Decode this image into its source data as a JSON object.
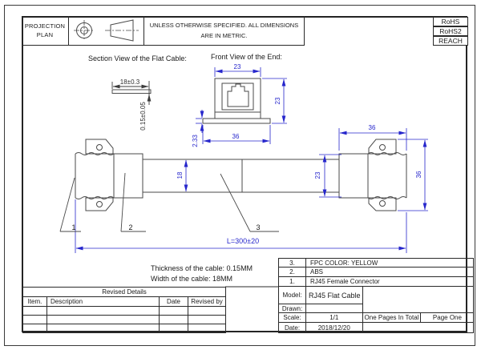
{
  "header": {
    "projection_label_line1": "PROJECTION",
    "projection_label_line2": "PLAN",
    "spec_note_line1": "UNLESS OTHERWISE SPECIFIED. ALL DIMENSIONS",
    "spec_note_line2": "ARE IN METRIC.",
    "badges": [
      "RoHS",
      "RoHS2",
      "REACH"
    ]
  },
  "views": {
    "section_view_title": "Section View of the Flat Cable:",
    "front_view_title": "Front View of the End:"
  },
  "dimensions": {
    "cable_section_width": "18±0.3",
    "cable_section_thickness": "0.15±0.05",
    "front_connector_width": "23",
    "front_connector_height": "23",
    "front_base_width": "36",
    "front_base_height": "2.33",
    "cable_width": "18",
    "connector_body_height": "23",
    "connector_body_width": "36",
    "connector_overall_height": "36",
    "overall_length": "L=300±20"
  },
  "callouts": {
    "c1": "1",
    "c2": "2",
    "c3": "3"
  },
  "notes": {
    "thickness": "Thickness of the cable: 0.15MM",
    "width": "Width of the cable: 18MM"
  },
  "revision_table": {
    "title": "Revised Details",
    "columns": [
      "Item.",
      "Description",
      "Date",
      "Revised by"
    ]
  },
  "title_block": {
    "parts": [
      {
        "no": "3.",
        "desc": "FPC COLOR: YELLOW"
      },
      {
        "no": "2.",
        "desc": "ABS"
      },
      {
        "no": "1.",
        "desc": "RJ45 Female Connector"
      }
    ],
    "model_label": "Model:",
    "model_value": "RJ45 Flat Cable",
    "drawn_label": "Drawn:",
    "scale_label": "Scale:",
    "scale_value": "1/1",
    "pages_total": "One Pages In Total",
    "page": "Page One",
    "date_label": "Date:",
    "date_value": "2018/12/20"
  },
  "colors": {
    "dimension_blue": "#2626cc",
    "line_gray": "#4a4a4a"
  }
}
